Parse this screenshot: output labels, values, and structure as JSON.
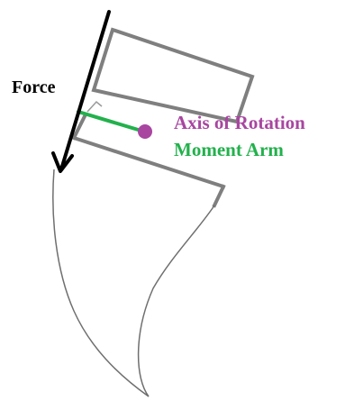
{
  "labels": {
    "force": "Force",
    "axis_of_rotation": "Axis of Rotation",
    "moment_arm": "Moment Arm"
  },
  "colors": {
    "force_arrow": "#000000",
    "axis_of_rotation": "#a846a0",
    "moment_arm": "#22b14c",
    "bone_outline": "#7f7f7f",
    "tooth_outline": "#6f6f6f",
    "right_angle_marker": "#9a9a9a",
    "background": "#ffffff"
  }
}
